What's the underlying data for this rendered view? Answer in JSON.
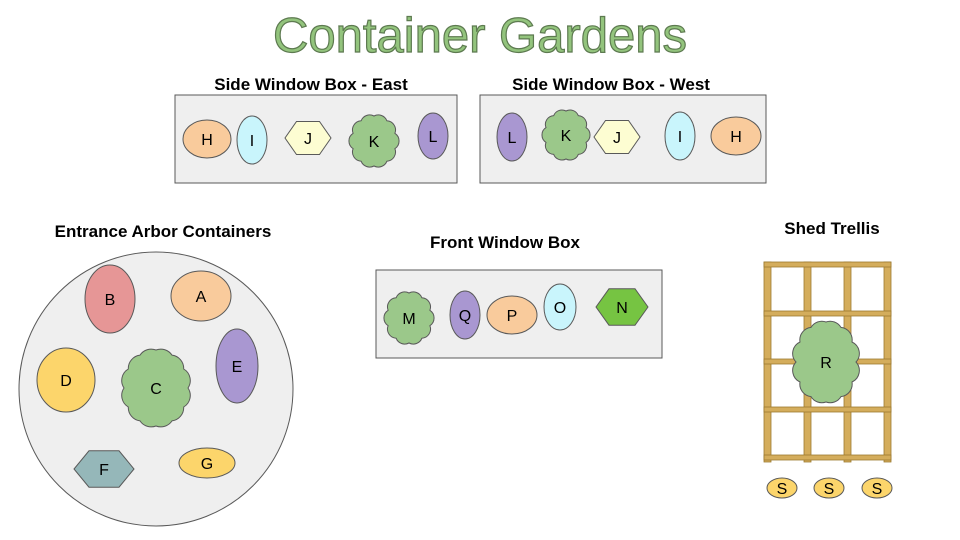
{
  "title": "Container Gardens",
  "sections": {
    "east": "Side Window Box - East",
    "west": "Side Window Box - West",
    "arbor": "Entrance Arbor Containers",
    "front": "Front Window Box",
    "trellis": "Shed Trellis"
  },
  "colors": {
    "peach": "#f9cb9c",
    "cyan": "#c9f5fc",
    "cream": "#fdfdd2",
    "sage": "#9bc88a",
    "lavender": "#a997d1",
    "rose": "#e69696",
    "yellow": "#fcd56b",
    "teal": "#95b7b9",
    "green": "#76c442",
    "trellis": "#d4ad5c"
  },
  "plants": {
    "east": [
      "H",
      "I",
      "J",
      "K",
      "L"
    ],
    "west": [
      "L",
      "K",
      "J",
      "I",
      "H"
    ],
    "arbor": [
      "B",
      "A",
      "D",
      "C",
      "E",
      "F",
      "G"
    ],
    "front": [
      "M",
      "Q",
      "P",
      "O",
      "N"
    ],
    "trellis": [
      "R"
    ],
    "trellis_base": [
      "S",
      "S",
      "S"
    ]
  }
}
